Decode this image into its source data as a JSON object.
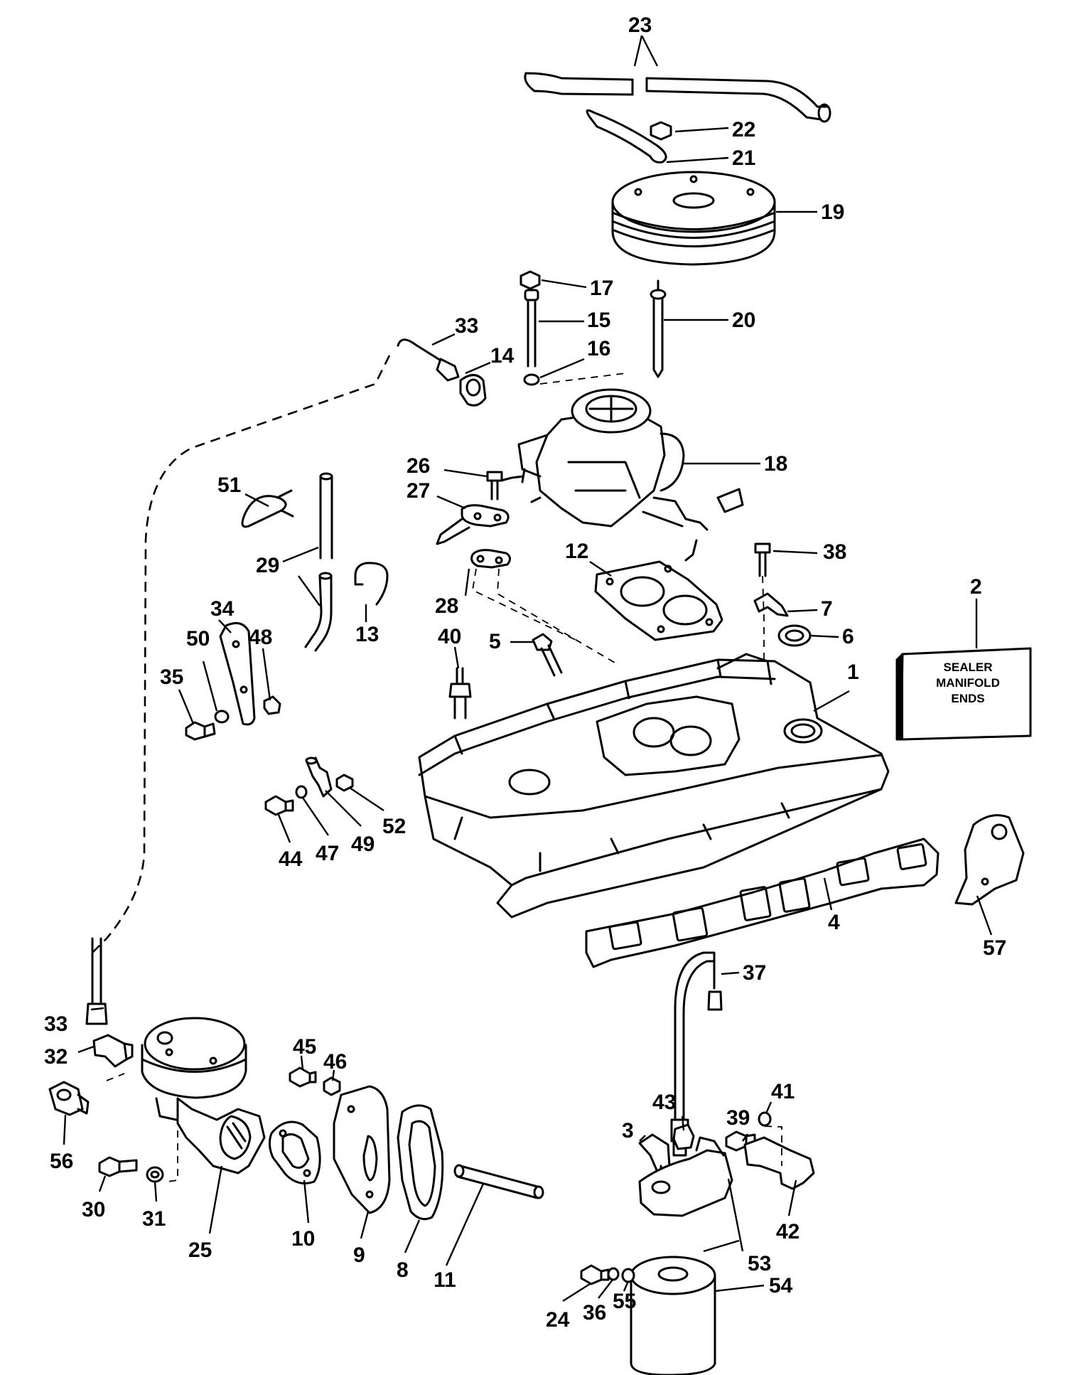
{
  "sealer_box": {
    "line1": "SEALER",
    "line2": "MANIFOLD",
    "line3": "ENDS"
  },
  "callouts": {
    "c1": "1",
    "c2": "2",
    "c3": "3",
    "c4": "4",
    "c5": "5",
    "c6": "6",
    "c7": "7",
    "c8": "8",
    "c9": "9",
    "c10": "10",
    "c11": "11",
    "c12": "12",
    "c13": "13",
    "c14": "14",
    "c15": "15",
    "c16": "16",
    "c17": "17",
    "c18": "18",
    "c19": "19",
    "c20": "20",
    "c21": "21",
    "c22": "22",
    "c23": "23",
    "c24": "24",
    "c25": "25",
    "c26": "26",
    "c27": "27",
    "c28": "28",
    "c29": "29",
    "c30": "30",
    "c31": "31",
    "c32": "32",
    "c33a": "33",
    "c33b": "33",
    "c34": "34",
    "c35": "35",
    "c36": "36",
    "c37": "37",
    "c38": "38",
    "c39": "39",
    "c40": "40",
    "c41": "41",
    "c42": "42",
    "c43": "43",
    "c44": "44",
    "c45": "45",
    "c46": "46",
    "c47": "47",
    "c48": "48",
    "c49": "49",
    "c50": "50",
    "c51": "51",
    "c52": "52",
    "c53": "53",
    "c54": "54",
    "c55": "55",
    "c56": "56",
    "c57": "57"
  },
  "colors": {
    "ink": "#000000",
    "paper": "#ffffff"
  }
}
